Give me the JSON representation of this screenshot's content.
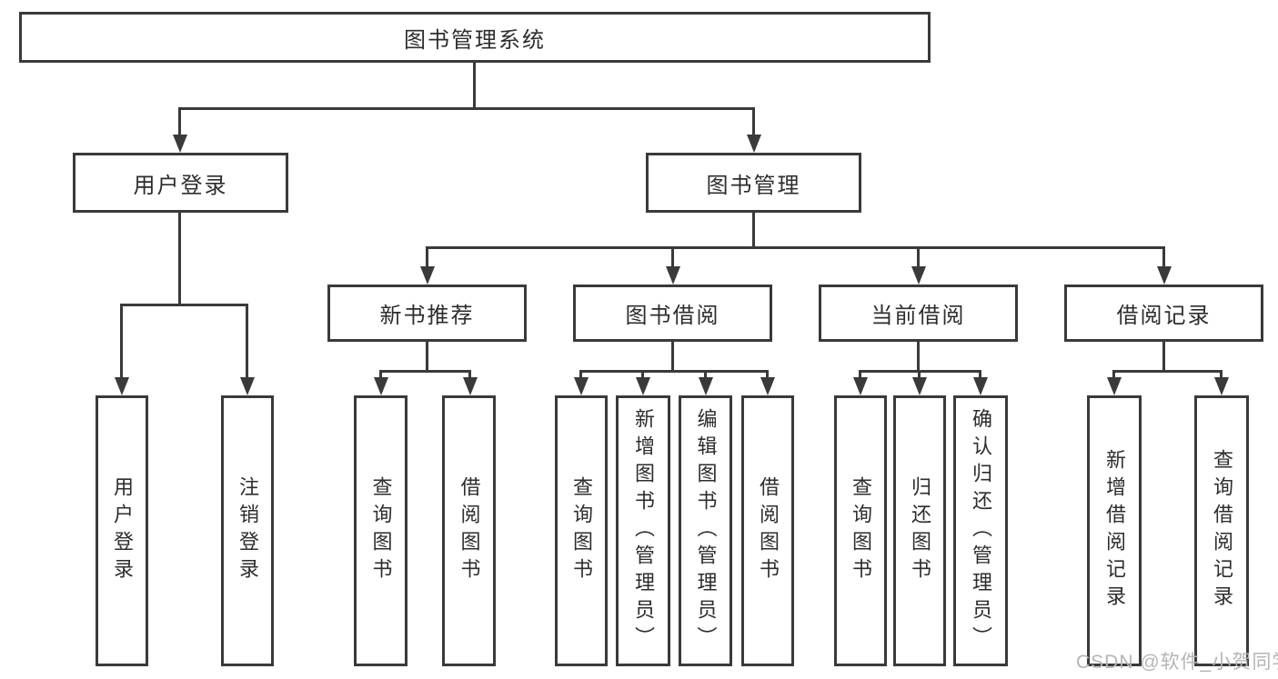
{
  "diagram": {
    "root": {
      "label": "图书管理系统"
    },
    "level1": [
      {
        "label": "用户登录"
      },
      {
        "label": "图书管理"
      }
    ],
    "level2": [
      {
        "label": "新书推荐"
      },
      {
        "label": "图书借阅"
      },
      {
        "label": "当前借阅"
      },
      {
        "label": "借阅记录"
      }
    ],
    "leaves": [
      {
        "label": "用户登录"
      },
      {
        "label": "注销登录"
      },
      {
        "label": "查询图书"
      },
      {
        "label": "借阅图书"
      },
      {
        "label": "查询图书"
      },
      {
        "label": "新增图书（管理员）"
      },
      {
        "label": "编辑图书（管理员）"
      },
      {
        "label": "借阅图书"
      },
      {
        "label": "查询图书"
      },
      {
        "label": "归还图书"
      },
      {
        "label": "确认归还（管理员）"
      },
      {
        "label": "新增借阅记录"
      },
      {
        "label": "查询借阅记录"
      }
    ]
  },
  "watermark": {
    "text": "CSDN @软件_小贺同学"
  },
  "colors": {
    "line": "#3a3a3a",
    "text": "#2d2d2d",
    "watermark": "#b5b5b5",
    "background": "#ffffff"
  }
}
